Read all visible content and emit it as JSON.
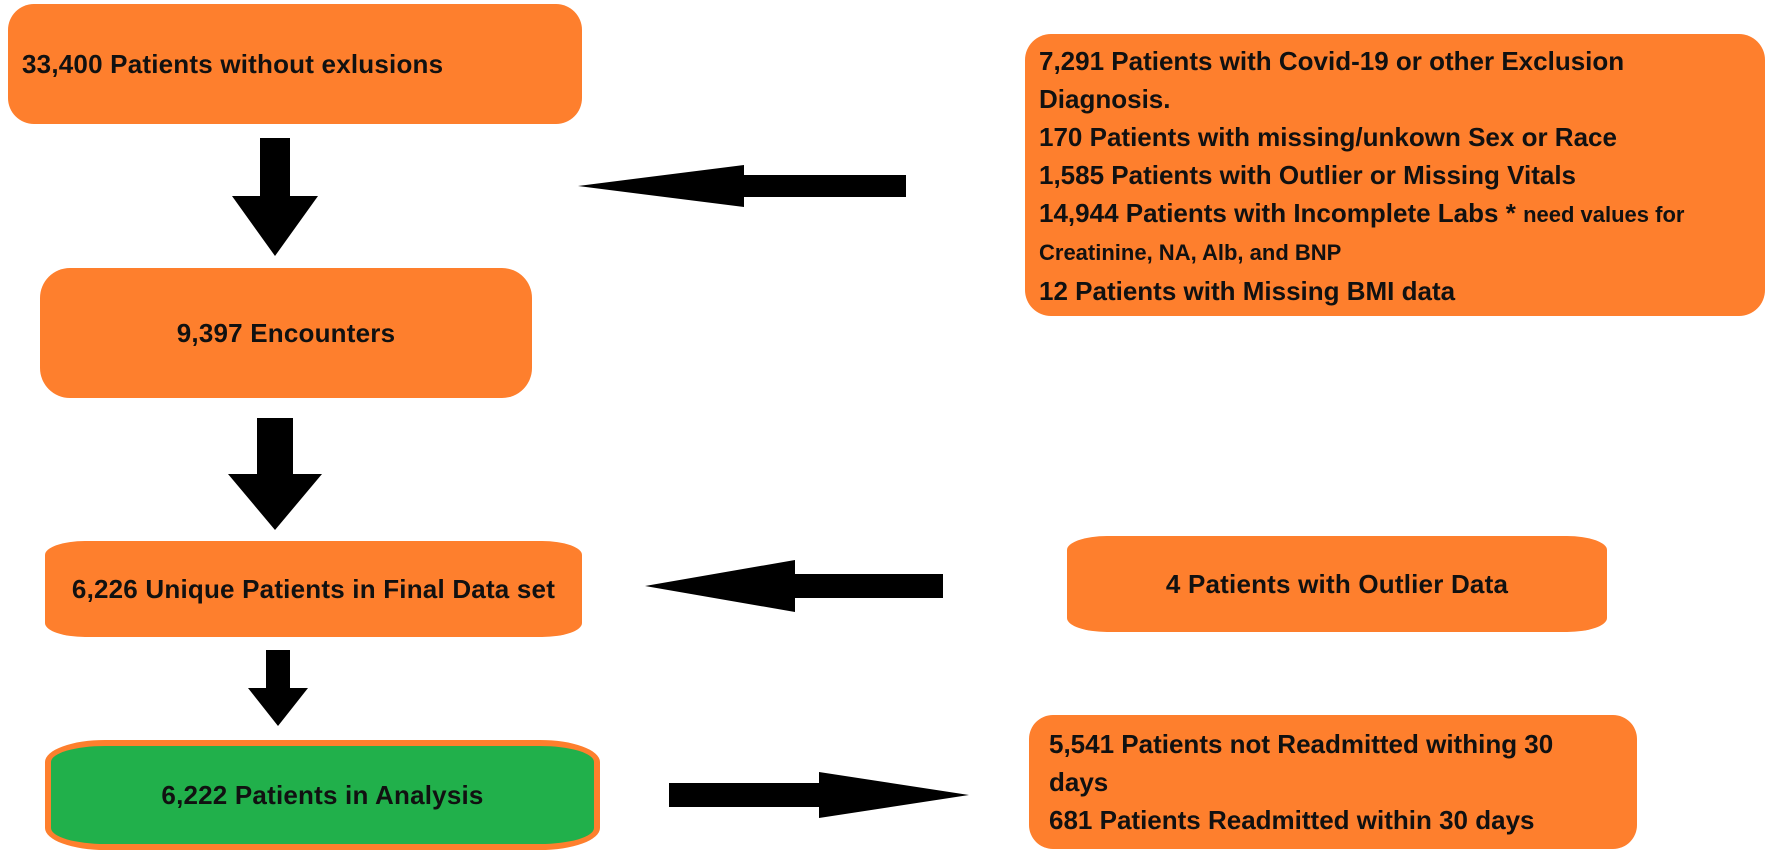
{
  "flowchart": {
    "main": {
      "total": "33,400 Patients without exlusions",
      "encounters": "9,397 Encounters",
      "unique": "6,226 Unique Patients in Final Data set",
      "analysis": "6,222 Patients in Analysis"
    },
    "exclusions": {
      "line1": "7,291 Patients with Covid-19 or other Exclusion",
      "line2": "Diagnosis.",
      "line3": "170 Patients with missing/unkown Sex or Race",
      "line4": "1,585 Patients with Outlier or Missing Vitals",
      "line5_main": "14,944 Patients with Incomplete Labs *",
      "line5_note": "need values for",
      "line6": "Creatinine, NA, Alb, and BNP",
      "line7": "12 Patients with Missing BMI data"
    },
    "outlier": "4 Patients with Outlier Data",
    "readmission": {
      "line1": "5,541 Patients not Readmitted withing 30",
      "line2": "days",
      "line3": "681 Patients Readmitted within 30 days"
    }
  },
  "colors": {
    "box_fill": "#fe7f2d",
    "analysis_fill": "#21b04b",
    "arrow": "#000000",
    "text": "#111111"
  }
}
